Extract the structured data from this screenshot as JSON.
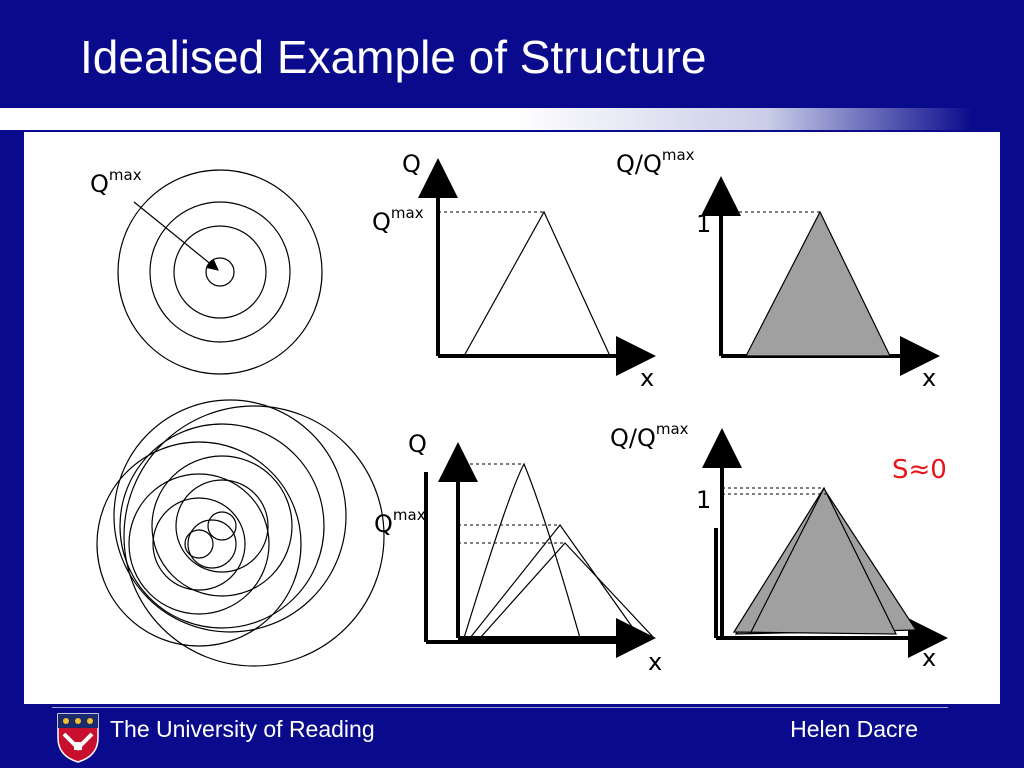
{
  "slide": {
    "title": "Idealised Example of Structure"
  },
  "diagram": {
    "circles_qmax_base": "Q",
    "circles_qmax_sup": "max",
    "top_left_axis": {
      "ylabel": "Q",
      "qmax_base": "Q",
      "qmax_sup": "max",
      "xlabel": "x"
    },
    "top_right_axis": {
      "ylabel_base": "Q/Q",
      "ylabel_sup": "max",
      "tick_one": "1",
      "xlabel": "x"
    },
    "bottom_left_axis": {
      "ylabel": "Q",
      "qmax_base": "Q",
      "qmax_sup": "max",
      "xlabel": "x"
    },
    "bottom_right_axis": {
      "ylabel_base": "Q/Q",
      "ylabel_sup": "max",
      "tick_one": "1",
      "xlabel": "x"
    },
    "s_label": "S≈0",
    "s_label_color": "#e8141c"
  },
  "footer": {
    "university": "The University of Reading",
    "author": "Helen Dacre"
  },
  "colors": {
    "background": "#0a0a8c",
    "fill_gray": "#a0a0a0"
  }
}
